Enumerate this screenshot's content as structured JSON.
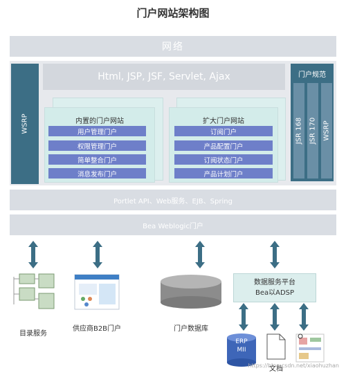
{
  "title": "门户网站架构图",
  "network": "网络",
  "wsrp_left": "WSRP",
  "tech_stack": "Html, JSP, JSF, Servlet, Ajax",
  "builtin_portal": {
    "title": "内置的门户网站",
    "items": [
      "用户管理门户",
      "权限管理门户",
      "简单整合门户",
      "消息发布门户"
    ]
  },
  "extended_portal": {
    "title": "扩大门户网站",
    "items": [
      "订阅门户",
      "产品配置门户",
      "订阅状态门户",
      "产品计划门户"
    ]
  },
  "portal_spec": {
    "title": "门户规范",
    "columns": [
      "JSR 168",
      "JSR 170",
      "WSRP"
    ]
  },
  "portlet_bar": "Portlet API、Web服务、EJB、Spring",
  "bea_bar": "Bea Weblogic门户",
  "bottom": {
    "directory_service": "目录服务",
    "supplier_b2b": "供应商B2B门户",
    "portal_database": "门户数据库",
    "data_service_platform": [
      "数据服务平台",
      "Bea以ADSP"
    ],
    "erp": [
      "ERP",
      "MII"
    ],
    "document": "文档"
  },
  "watermark": "https://blog.csdn.net/xiaohuzhan"
}
